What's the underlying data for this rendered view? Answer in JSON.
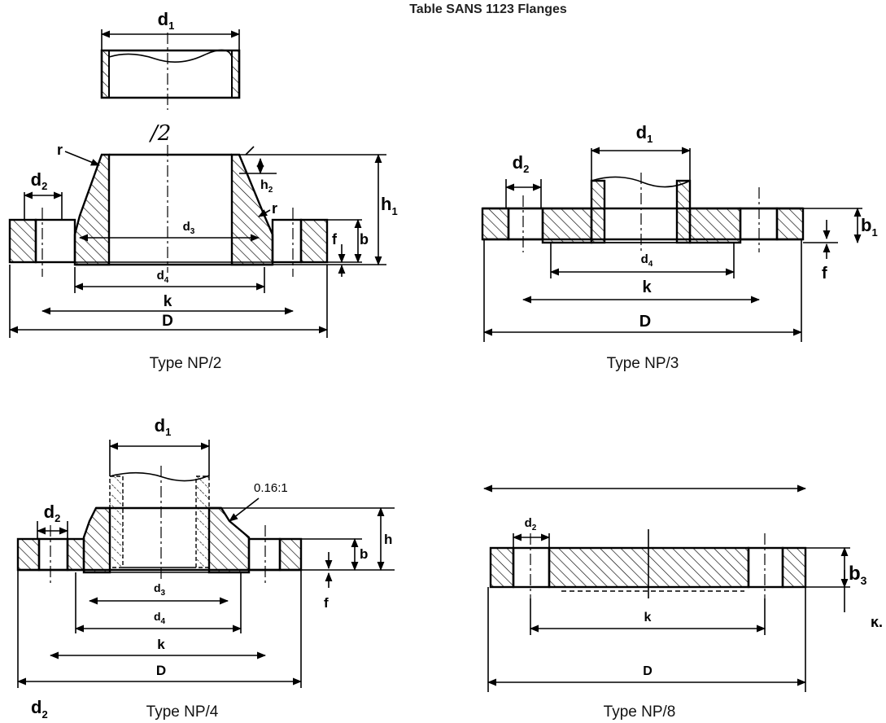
{
  "title": "Table SANS 1123  Flanges",
  "np2": {
    "caption": "Type NP/2",
    "handwritten_mark": "/2",
    "labels": {
      "d1": {
        "base": "d",
        "sub": "1"
      },
      "d2": {
        "base": "d",
        "sub": "2"
      },
      "d3": {
        "base": "d",
        "sub": "3"
      },
      "d4": {
        "base": "d",
        "sub": "4"
      },
      "h1": {
        "base": "h",
        "sub": "1"
      },
      "h2": {
        "base": "h",
        "sub": "2"
      },
      "r_top": "r",
      "r_bottom": "r",
      "f": "f",
      "b": "b",
      "k": "k",
      "D": "D"
    }
  },
  "np3": {
    "caption": "Type NP/3",
    "labels": {
      "d1": {
        "base": "d",
        "sub": "1"
      },
      "d2": {
        "base": "d",
        "sub": "2"
      },
      "d4": {
        "base": "d",
        "sub": "4"
      },
      "b1": {
        "base": "b",
        "sub": "1"
      },
      "f": "f",
      "k": "k",
      "D": "D"
    }
  },
  "np4": {
    "caption": "Type NP/4",
    "taper": "0.16:1",
    "labels": {
      "d1": {
        "base": "d",
        "sub": "1"
      },
      "d2": {
        "base": "d",
        "sub": "2"
      },
      "d2_bottom": {
        "base": "d",
        "sub": "2"
      },
      "d3": {
        "base": "d",
        "sub": "3"
      },
      "d4": {
        "base": "d",
        "sub": "4"
      },
      "h": "h",
      "b": "b",
      "f": "f",
      "k": "k",
      "D": "D"
    }
  },
  "np8": {
    "caption": "Type NP/8",
    "edge_mark": "ĸ.",
    "labels": {
      "d2": {
        "base": "d",
        "sub": "2"
      },
      "b3": {
        "base": "b",
        "sub": "3"
      },
      "k": "k",
      "D": "D"
    }
  }
}
